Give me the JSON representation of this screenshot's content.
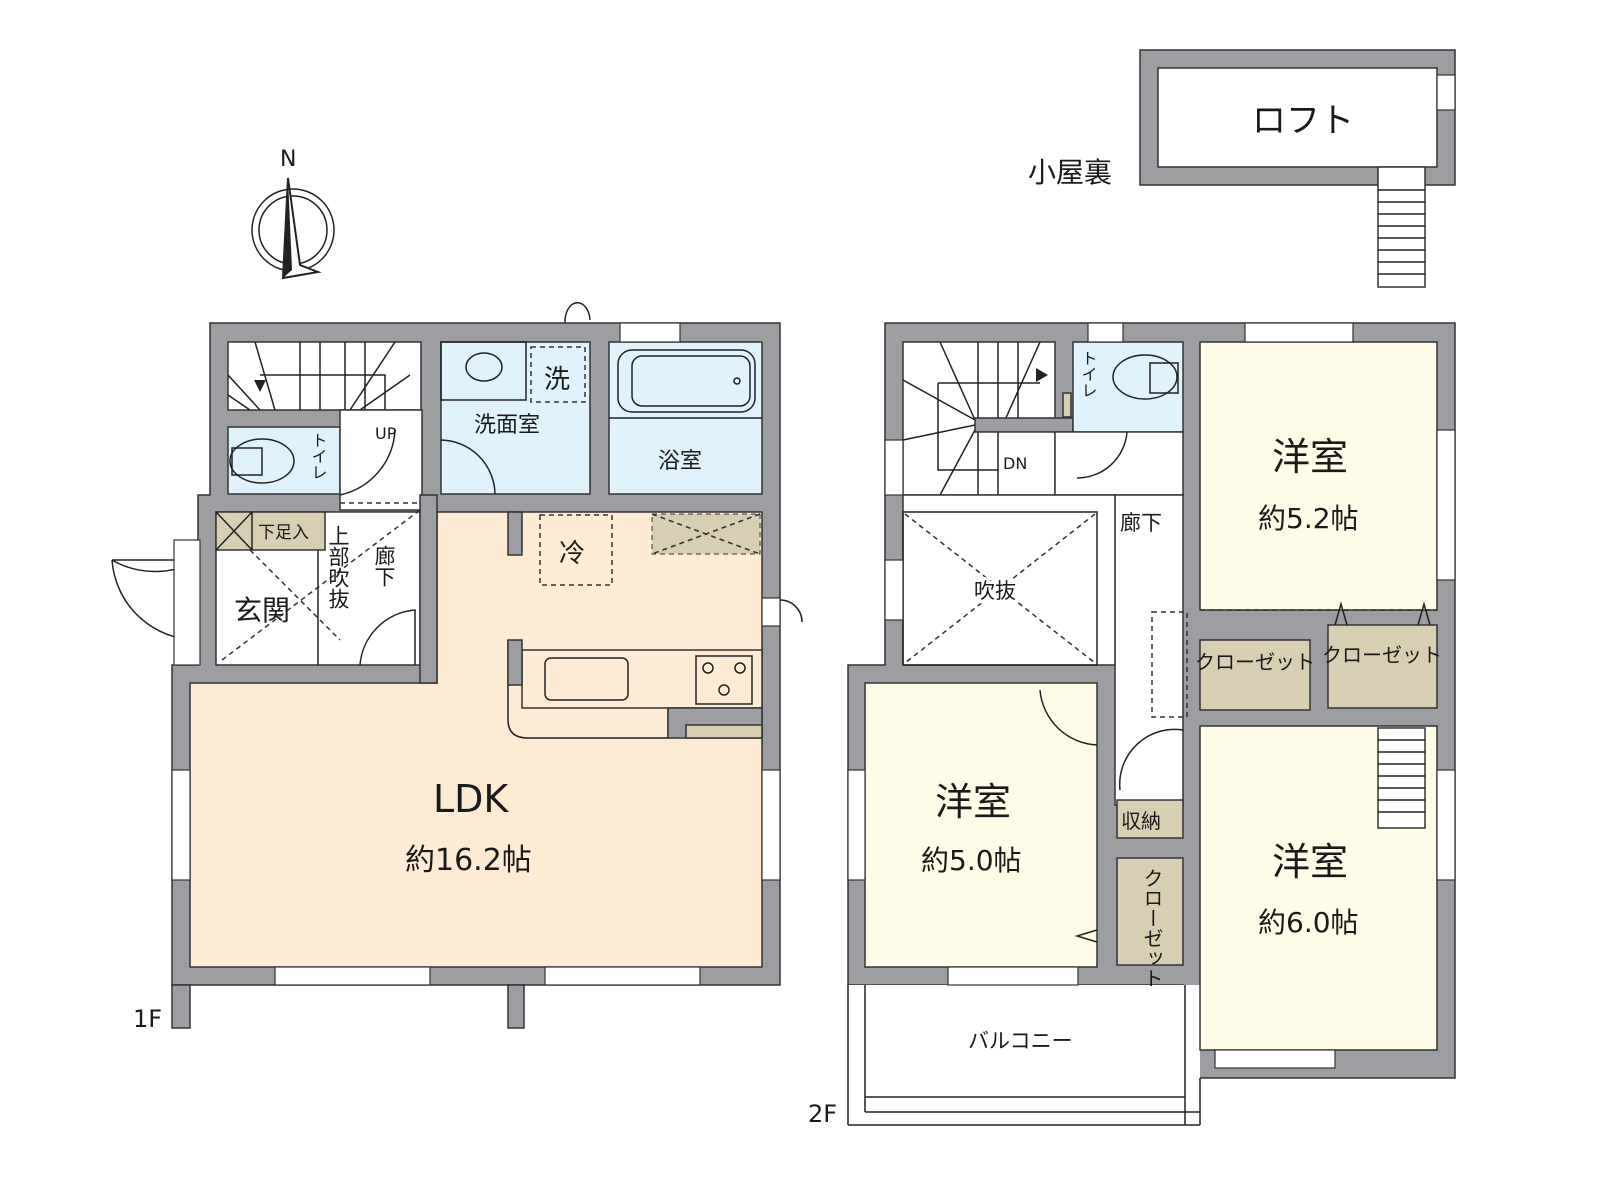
{
  "compass": {
    "north_label": "N"
  },
  "floor1": {
    "label": "1F",
    "rooms": {
      "toilet": "トイレ",
      "washroom": "洗面室",
      "washer": "洗",
      "bath": "浴室",
      "shoe_storage": "下足入",
      "entrance": "玄関",
      "atrium_above": "上部吹抜",
      "corridor": "廊下",
      "fridge": "冷",
      "stairs_up": "UP",
      "ldk": "LDK",
      "ldk_size": "約16.2帖"
    }
  },
  "floor2": {
    "label": "2F",
    "rooms": {
      "toilet": "トイレ",
      "stairs_down": "DN",
      "corridor": "廊下",
      "atrium": "吹抜",
      "western_room_a": "洋室",
      "western_room_a_size": "約5.2帖",
      "closet_a": "クローゼット",
      "closet_b": "クローゼット",
      "western_room_b": "洋室",
      "western_room_b_size": "約5.0帖",
      "storage": "収納",
      "closet_c": "クローゼット",
      "western_room_c": "洋室",
      "western_room_c_size": "約6.0帖",
      "balcony": "バルコニー"
    }
  },
  "loft": {
    "attic_label": "小屋裏",
    "loft_label": "ロフト"
  },
  "colors": {
    "wall": "#9d9ea2",
    "wet_area": "#e0f2fb",
    "ldk": "#fdebd4",
    "bedroom": "#fefbe6",
    "storage": "#d8cfb2"
  }
}
